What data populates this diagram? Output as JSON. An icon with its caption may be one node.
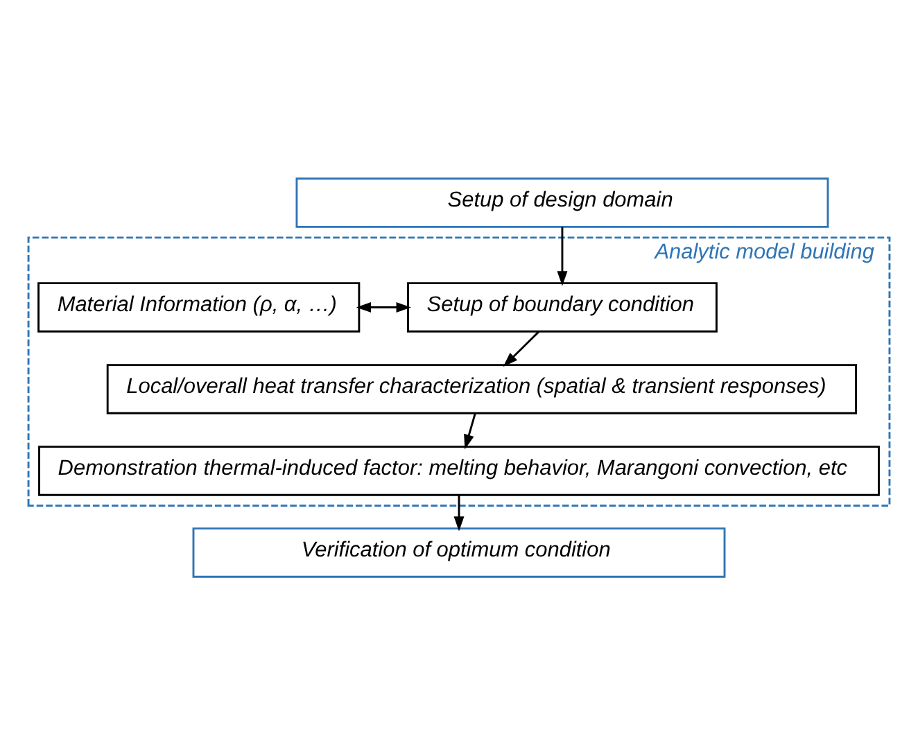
{
  "diagram": {
    "nodes": [
      {
        "text": [
          "Setup of design domain"
        ]
      },
      {
        "text": [
          "Analytic model building"
        ]
      },
      {
        "text": [
          "Setup of boundary condition"
        ],
        "in": 1
      },
      {
        "text": [
          "Material Information (ρ, α, …)"
        ],
        "in": 1
      },
      {
        "text": [
          "Local/overall heat transfer characterization (spatial & transient responses)"
        ],
        "in": 1
      },
      {
        "text": [
          "Demonstration thermal-induced factor: melting behavior, Marangoni convection, etc"
        ],
        "in": 1
      },
      {
        "text": [
          "Verification of optimum condition"
        ]
      }
    ],
    "edges": [
      {
        "from": 0,
        "to": 2,
        "arrow": "to"
      },
      {
        "from": 2,
        "to": 3,
        "arrow": "both"
      },
      {
        "from": 2,
        "to": 4,
        "arrow": "to"
      },
      {
        "from": 4,
        "to": 5,
        "arrow": "to"
      },
      {
        "from": 5,
        "to": 6,
        "arrow": "to"
      }
    ]
  }
}
